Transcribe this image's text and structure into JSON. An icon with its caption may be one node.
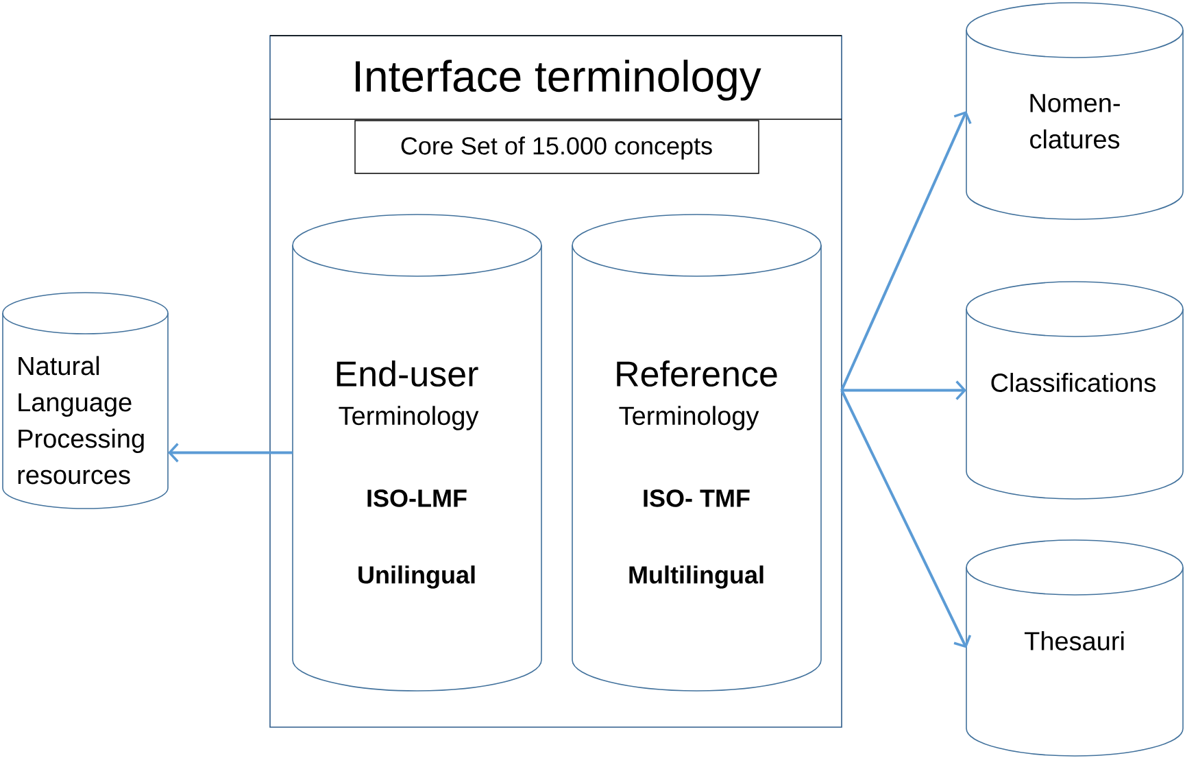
{
  "diagram": {
    "nodes": [
      {
        "text": [
          "Interface terminology"
        ]
      },
      {
        "text": [
          "Core Set  of 15.000 concepts"
        ],
        "in": 0
      },
      {
        "text": [
          "End-user",
          "Terminology",
          "ISO-LMF",
          "Unilingual"
        ],
        "in": 0
      },
      {
        "text": [
          "Reference",
          "Terminology",
          "ISO- TMF",
          "Multilingual"
        ],
        "in": 0
      },
      {
        "text": [
          "Natural Language Processing resources"
        ]
      },
      {
        "text": [
          "Nomen- clatures"
        ]
      },
      {
        "text": [
          "Classifications"
        ]
      },
      {
        "text": [
          "Thesauri"
        ]
      }
    ],
    "edges": [
      {
        "from": 2,
        "to": 4,
        "arrow": "to"
      },
      {
        "from": 0,
        "to": 5,
        "arrow": "to"
      },
      {
        "from": 0,
        "to": 6,
        "arrow": "to"
      },
      {
        "from": 0,
        "to": 7,
        "arrow": "to"
      }
    ]
  }
}
